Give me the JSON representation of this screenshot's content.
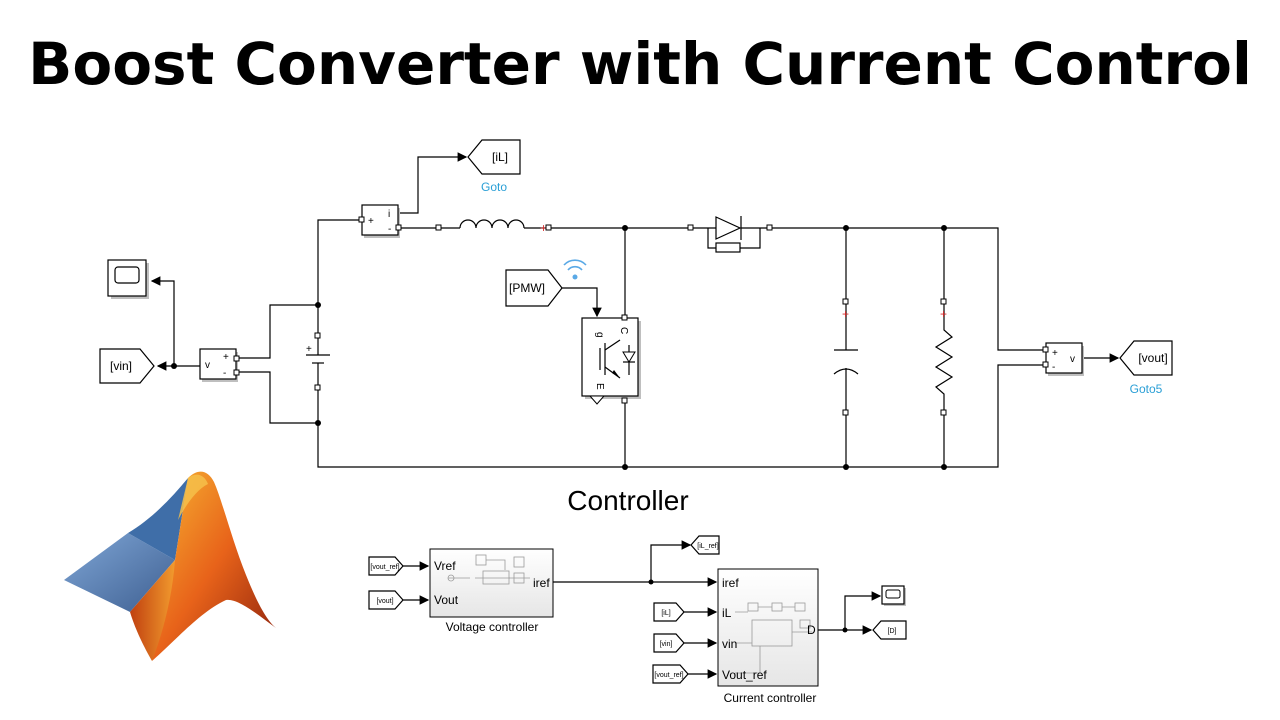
{
  "title": "Boost Converter with Current Control",
  "power_stage": {
    "goto_il_tag": "[iL]",
    "goto_il_name": "Goto",
    "goto_vout_tag": "[vout]",
    "goto_vout_name": "Goto5",
    "from_vin_tag": "[vin]",
    "from_pwm_tag": "[PMW]",
    "current_sensor_plus": "+",
    "current_sensor_minus": "-",
    "current_sensor_out": "i",
    "voltage_sensor_in_label": "v",
    "voltage_sensor_out_label": "v",
    "igbt_g": "g",
    "igbt_c": "C",
    "igbt_e": "E",
    "plus_sign": "+",
    "minus_sign": "-"
  },
  "controller": {
    "heading": "Controller",
    "from_vout_ref": "[vout_ref]",
    "from_vout": "[vout]",
    "from_il": "[iL]",
    "from_vin": "[vin]",
    "from_vout_ref2": "[vout_ref]",
    "goto_il_ref": "[iL_ref]",
    "goto_d": "[D]",
    "voltage_controller": {
      "name": "Voltage controller",
      "in1": "Vref",
      "in2": "Vout",
      "out": "iref"
    },
    "current_controller": {
      "name": "Current controller",
      "in1": "iref",
      "in2": "iL",
      "in3": "vin",
      "in4": "Vout_ref",
      "out": "D"
    }
  },
  "colors": {
    "block_name_blue": "#2a9fd6",
    "sensor_red": "#d62828",
    "logo_orange": "#e8631a",
    "logo_blue": "#5c82b8"
  },
  "logo": "matlab-membrane-logo"
}
